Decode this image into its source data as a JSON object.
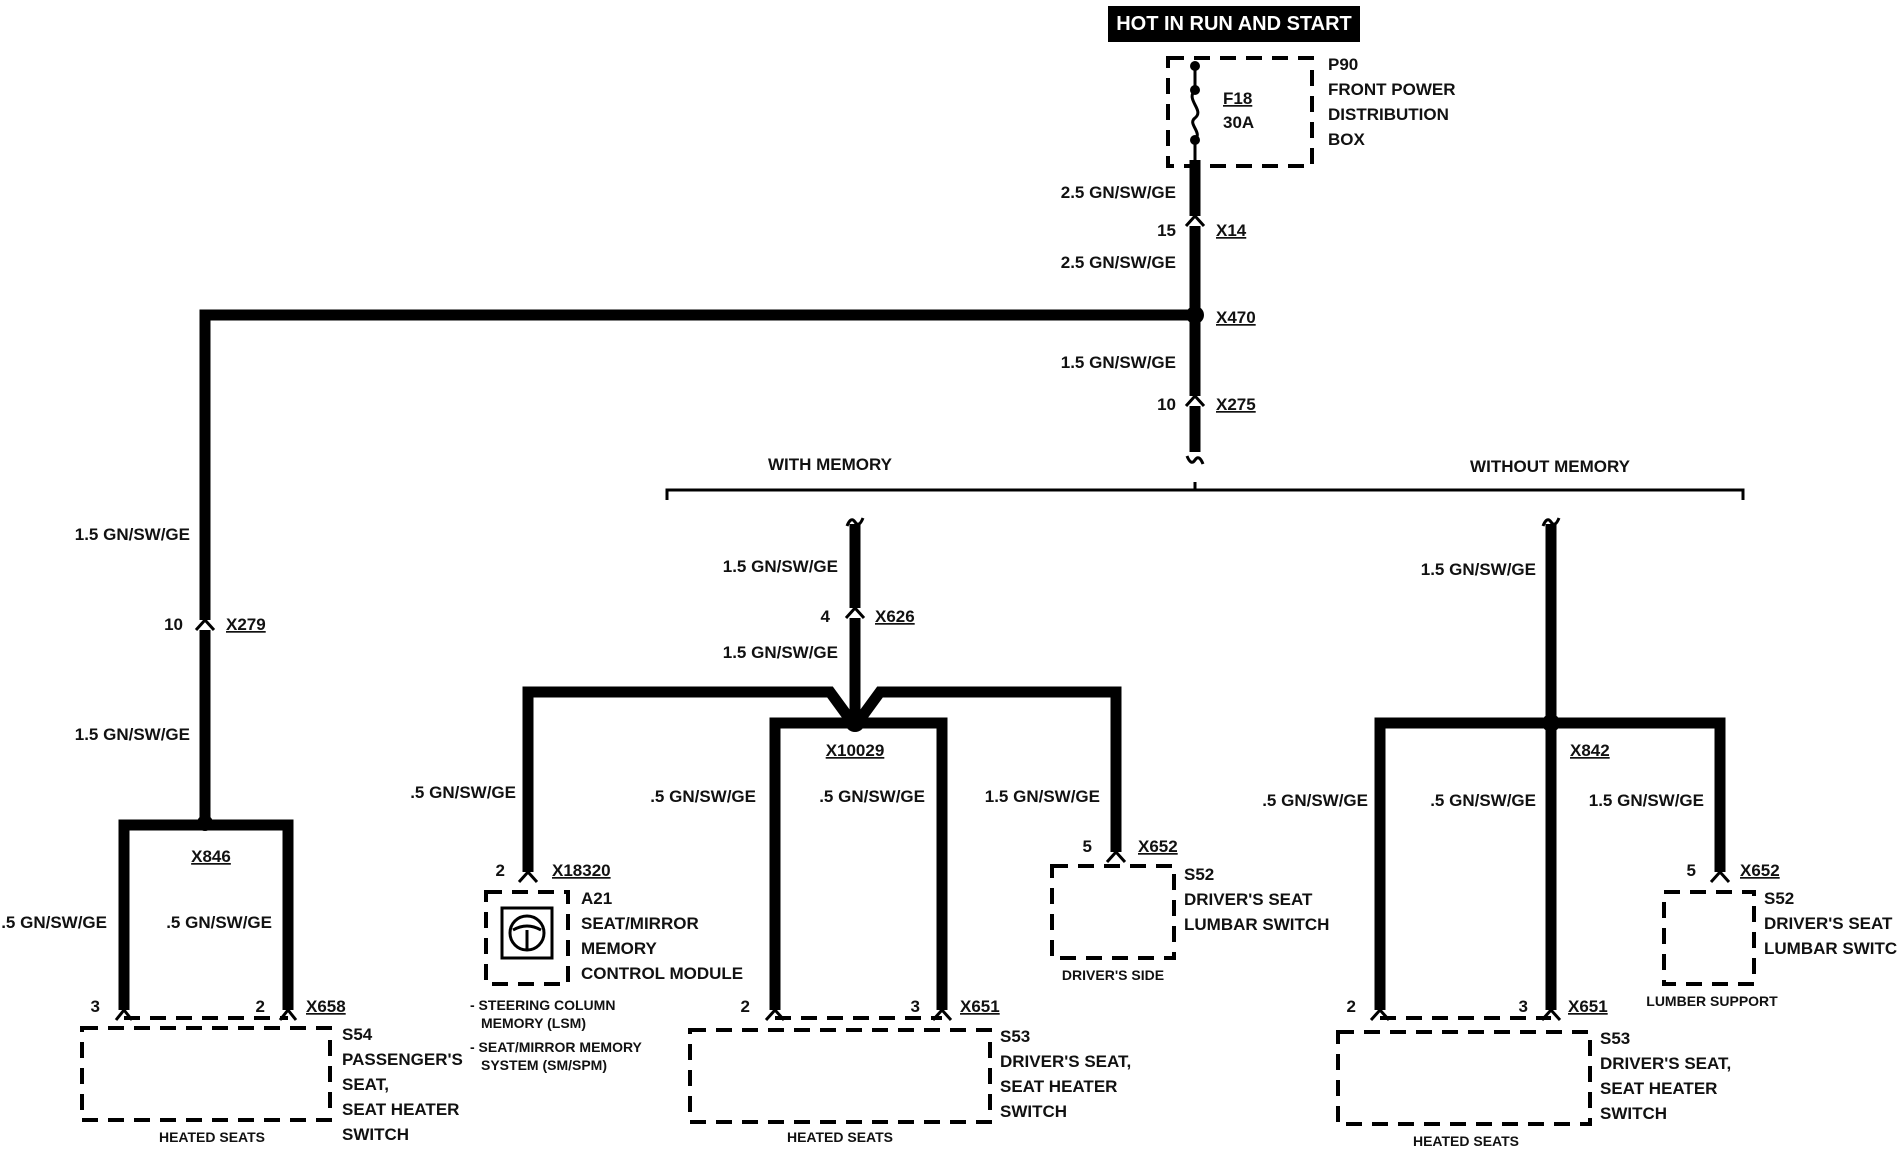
{
  "banner": "HOT IN RUN AND START",
  "fuse_box": {
    "id": "P90",
    "line1": "FRONT POWER",
    "line2": "DISTRIBUTION",
    "line3": "BOX",
    "fuse": "F18",
    "rating": "30A"
  },
  "main_feed": {
    "wire1": "2.5 GN/SW/GE",
    "x14_pin": "15",
    "x14": "X14",
    "wire2": "2.5 GN/SW/GE",
    "x470": "X470",
    "wire3": "1.5 GN/SW/GE",
    "x275_pin": "10",
    "x275": "X275"
  },
  "branches": {
    "with_memory": "WITH MEMORY",
    "without_memory": "WITHOUT MEMORY"
  },
  "passenger": {
    "wire_top": "1.5 GN/SW/GE",
    "x279_pin": "10",
    "x279": "X279",
    "wire_mid": "1.5 GN/SW/GE",
    "splice": "X846",
    "wire_left": ".5 GN/SW/GE",
    "wire_right": ".5 GN/SW/GE",
    "pin_left": "3",
    "pin_right": "2",
    "connector": "X658",
    "switch_id": "S54",
    "sw1": "PASSENGER'S",
    "sw2": "SEAT,",
    "sw3": "SEAT HEATER",
    "sw4": "SWITCH",
    "caption": "HEATED SEATS"
  },
  "with_memory": {
    "wire_top": "1.5 GN/SW/GE",
    "x626_pin": "4",
    "x626": "X626",
    "wire_mid": "1.5 GN/SW/GE",
    "splice": "X10029",
    "module_wire": ".5 GN/SW/GE",
    "module_pin": "2",
    "module_conn": "X18320",
    "module_id": "A21",
    "mod1": "SEAT/MIRROR",
    "mod2": "MEMORY",
    "mod3": "CONTROL MODULE",
    "note1a": "- STEERING COLUMN",
    "note1b": "MEMORY (LSM)",
    "note2a": "- SEAT/MIRROR MEMORY",
    "note2b": "SYSTEM (SM/SPM)",
    "heater_wire_left": ".5 GN/SW/GE",
    "heater_wire_right": ".5 GN/SW/GE",
    "heater_pin_left": "2",
    "heater_pin_right": "3",
    "heater_conn": "X651",
    "heater_id": "S53",
    "h1": "DRIVER'S SEAT,",
    "h2": "SEAT HEATER",
    "h3": "SWITCH",
    "heater_caption": "HEATED SEATS",
    "lumbar_wire": "1.5 GN/SW/GE",
    "lumbar_pin": "5",
    "lumbar_conn": "X652",
    "lumbar_id": "S52",
    "l1": "DRIVER'S SEAT",
    "l2": "LUMBAR SWITCH",
    "lumbar_caption": "DRIVER'S SIDE"
  },
  "without_memory": {
    "wire_top": "1.5 GN/SW/GE",
    "splice": "X842",
    "heater_wire_left": ".5 GN/SW/GE",
    "heater_wire_right": ".5 GN/SW/GE",
    "heater_pin_left": "2",
    "heater_pin_right": "3",
    "heater_conn": "X651",
    "heater_id": "S53",
    "h1": "DRIVER'S SEAT,",
    "h2": "SEAT HEATER",
    "h3": "SWITCH",
    "heater_caption": "HEATED SEATS",
    "lumbar_wire": "1.5 GN/SW/GE",
    "lumbar_pin": "5",
    "lumbar_conn": "X652",
    "lumbar_id": "S52",
    "l1": "DRIVER'S SEAT",
    "l2": "LUMBAR SWITCH",
    "lumbar_caption": "LUMBER SUPPORT"
  }
}
